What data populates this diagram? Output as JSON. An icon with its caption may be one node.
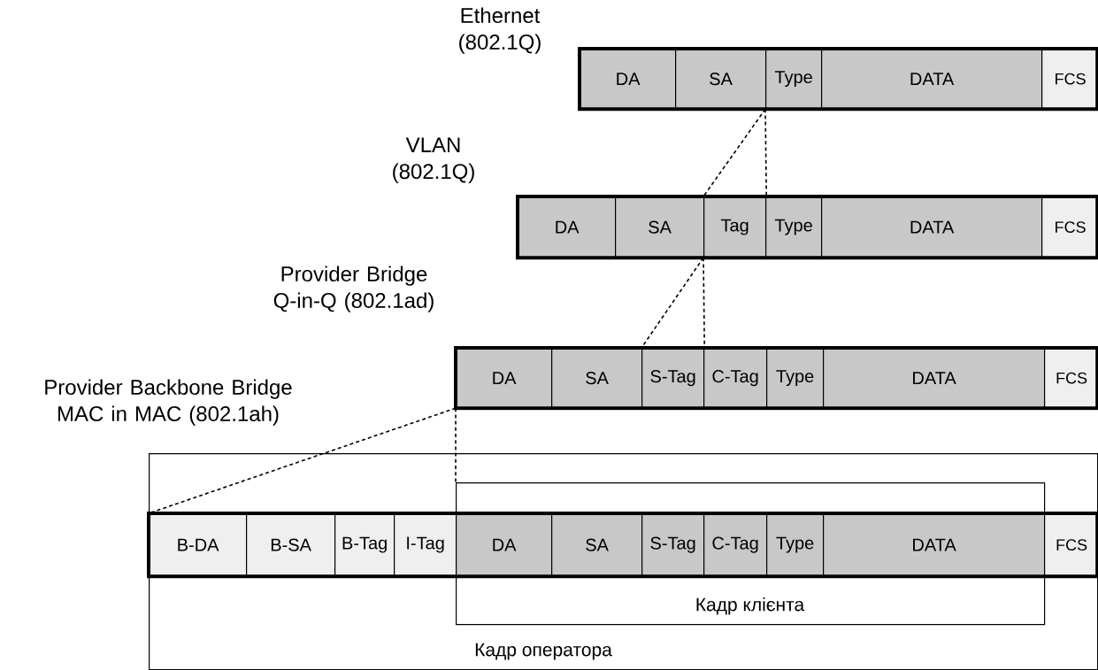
{
  "diagram": {
    "nodes": [
      {
        "text": [
          "DA"
        ]
      },
      {
        "text": [
          "SA"
        ]
      },
      {
        "text": [
          "Type"
        ]
      },
      {
        "text": [
          "DATA"
        ]
      },
      {
        "text": [
          "FCS"
        ]
      },
      {
        "text": [
          "DA"
        ]
      },
      {
        "text": [
          "SA"
        ]
      },
      {
        "text": [
          "Tag"
        ]
      },
      {
        "text": [
          "Type"
        ]
      },
      {
        "text": [
          "DATA"
        ]
      },
      {
        "text": [
          "FCS"
        ]
      },
      {
        "text": [
          "DA"
        ]
      },
      {
        "text": [
          "SA"
        ]
      },
      {
        "text": [
          "S-Tag"
        ]
      },
      {
        "text": [
          "C-Tag"
        ]
      },
      {
        "text": [
          "Type"
        ]
      },
      {
        "text": [
          "DATA"
        ]
      },
      {
        "text": [
          "FCS"
        ]
      },
      {
        "text": [
          "Кадр оператора"
        ]
      },
      {
        "text": [
          "B-DA"
        ],
        "in": 18
      },
      {
        "text": [
          "B-SA"
        ],
        "in": 18
      },
      {
        "text": [
          "B-Tag"
        ],
        "in": 18
      },
      {
        "text": [
          "I-Tag"
        ],
        "in": 18
      },
      {
        "text": [
          "Кадр клієнта"
        ],
        "in": 18
      },
      {
        "text": [
          "DA"
        ],
        "in": 23
      },
      {
        "text": [
          "SA"
        ],
        "in": 23
      },
      {
        "text": [
          "S-Tag"
        ],
        "in": 23
      },
      {
        "text": [
          "C-Tag"
        ],
        "in": 23
      },
      {
        "text": [
          "Type"
        ],
        "in": 23
      },
      {
        "text": [
          "DATA"
        ],
        "in": 23
      },
      {
        "text": [
          "FCS"
        ],
        "in": 18
      }
    ],
    "edges": [
      {
        "from": 2,
        "to": 7,
        "arrow": "none",
        "style": "dashed"
      },
      {
        "from": 2,
        "to": 7,
        "arrow": "none",
        "style": "dashed"
      },
      {
        "from": 7,
        "to": 13,
        "arrow": "none",
        "style": "dashed"
      },
      {
        "from": 7,
        "to": 13,
        "arrow": "none",
        "style": "dashed"
      },
      {
        "from": 11,
        "to": 19,
        "arrow": "none",
        "style": "dashed"
      },
      {
        "from": 11,
        "to": 23,
        "arrow": "none",
        "style": "dashed"
      }
    ],
    "labels": [
      "Ethernet (802.1Q)",
      "VLAN (802.1Q)",
      "Provider Bridge Q-in-Q (802.1ad)",
      "Provider Backbone Bridge MAC in MAC (802.1ah)"
    ]
  }
}
